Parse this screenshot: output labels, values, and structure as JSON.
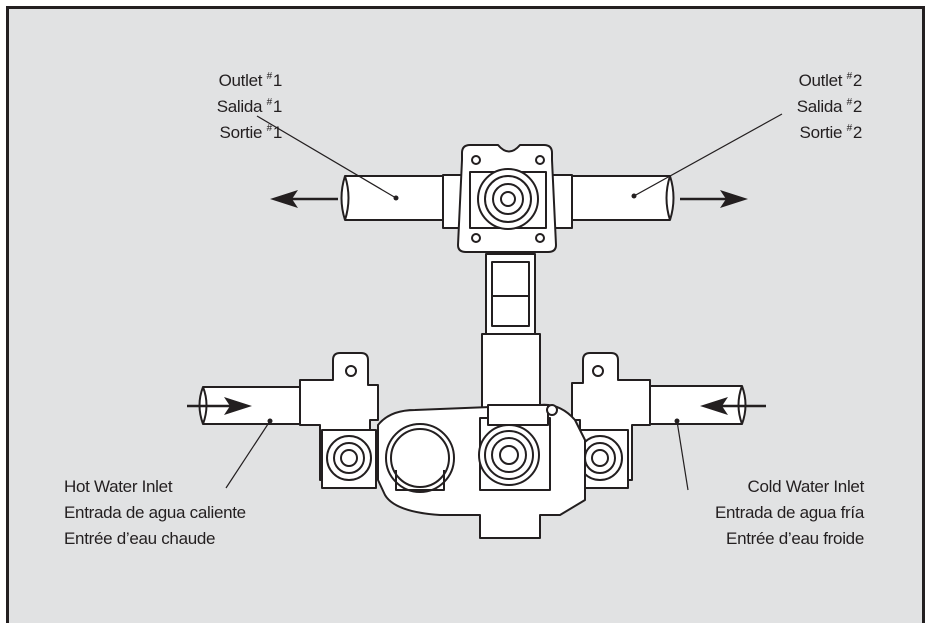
{
  "labels": {
    "outlet1": {
      "en_text": "Outlet ",
      "es_text": "Salida ",
      "fr_text": "Sortie ",
      "mark": "#",
      "number": "1"
    },
    "outlet2": {
      "en_text": "Outlet ",
      "es_text": "Salida ",
      "fr_text": "Sortie ",
      "mark": "#",
      "number": "2"
    },
    "hot_inlet": {
      "en": "Hot Water Inlet",
      "es": "Entrada de agua caliente",
      "fr": "Entrée d’eau chaude"
    },
    "cold_inlet": {
      "en": "Cold Water Inlet",
      "es": "Entrada de agua fría",
      "fr": "Entrée d’eau froide"
    }
  },
  "colors": {
    "background": "#e1e2e3",
    "border": "#231f20",
    "line": "#231f20",
    "fill": "#ffffff"
  }
}
